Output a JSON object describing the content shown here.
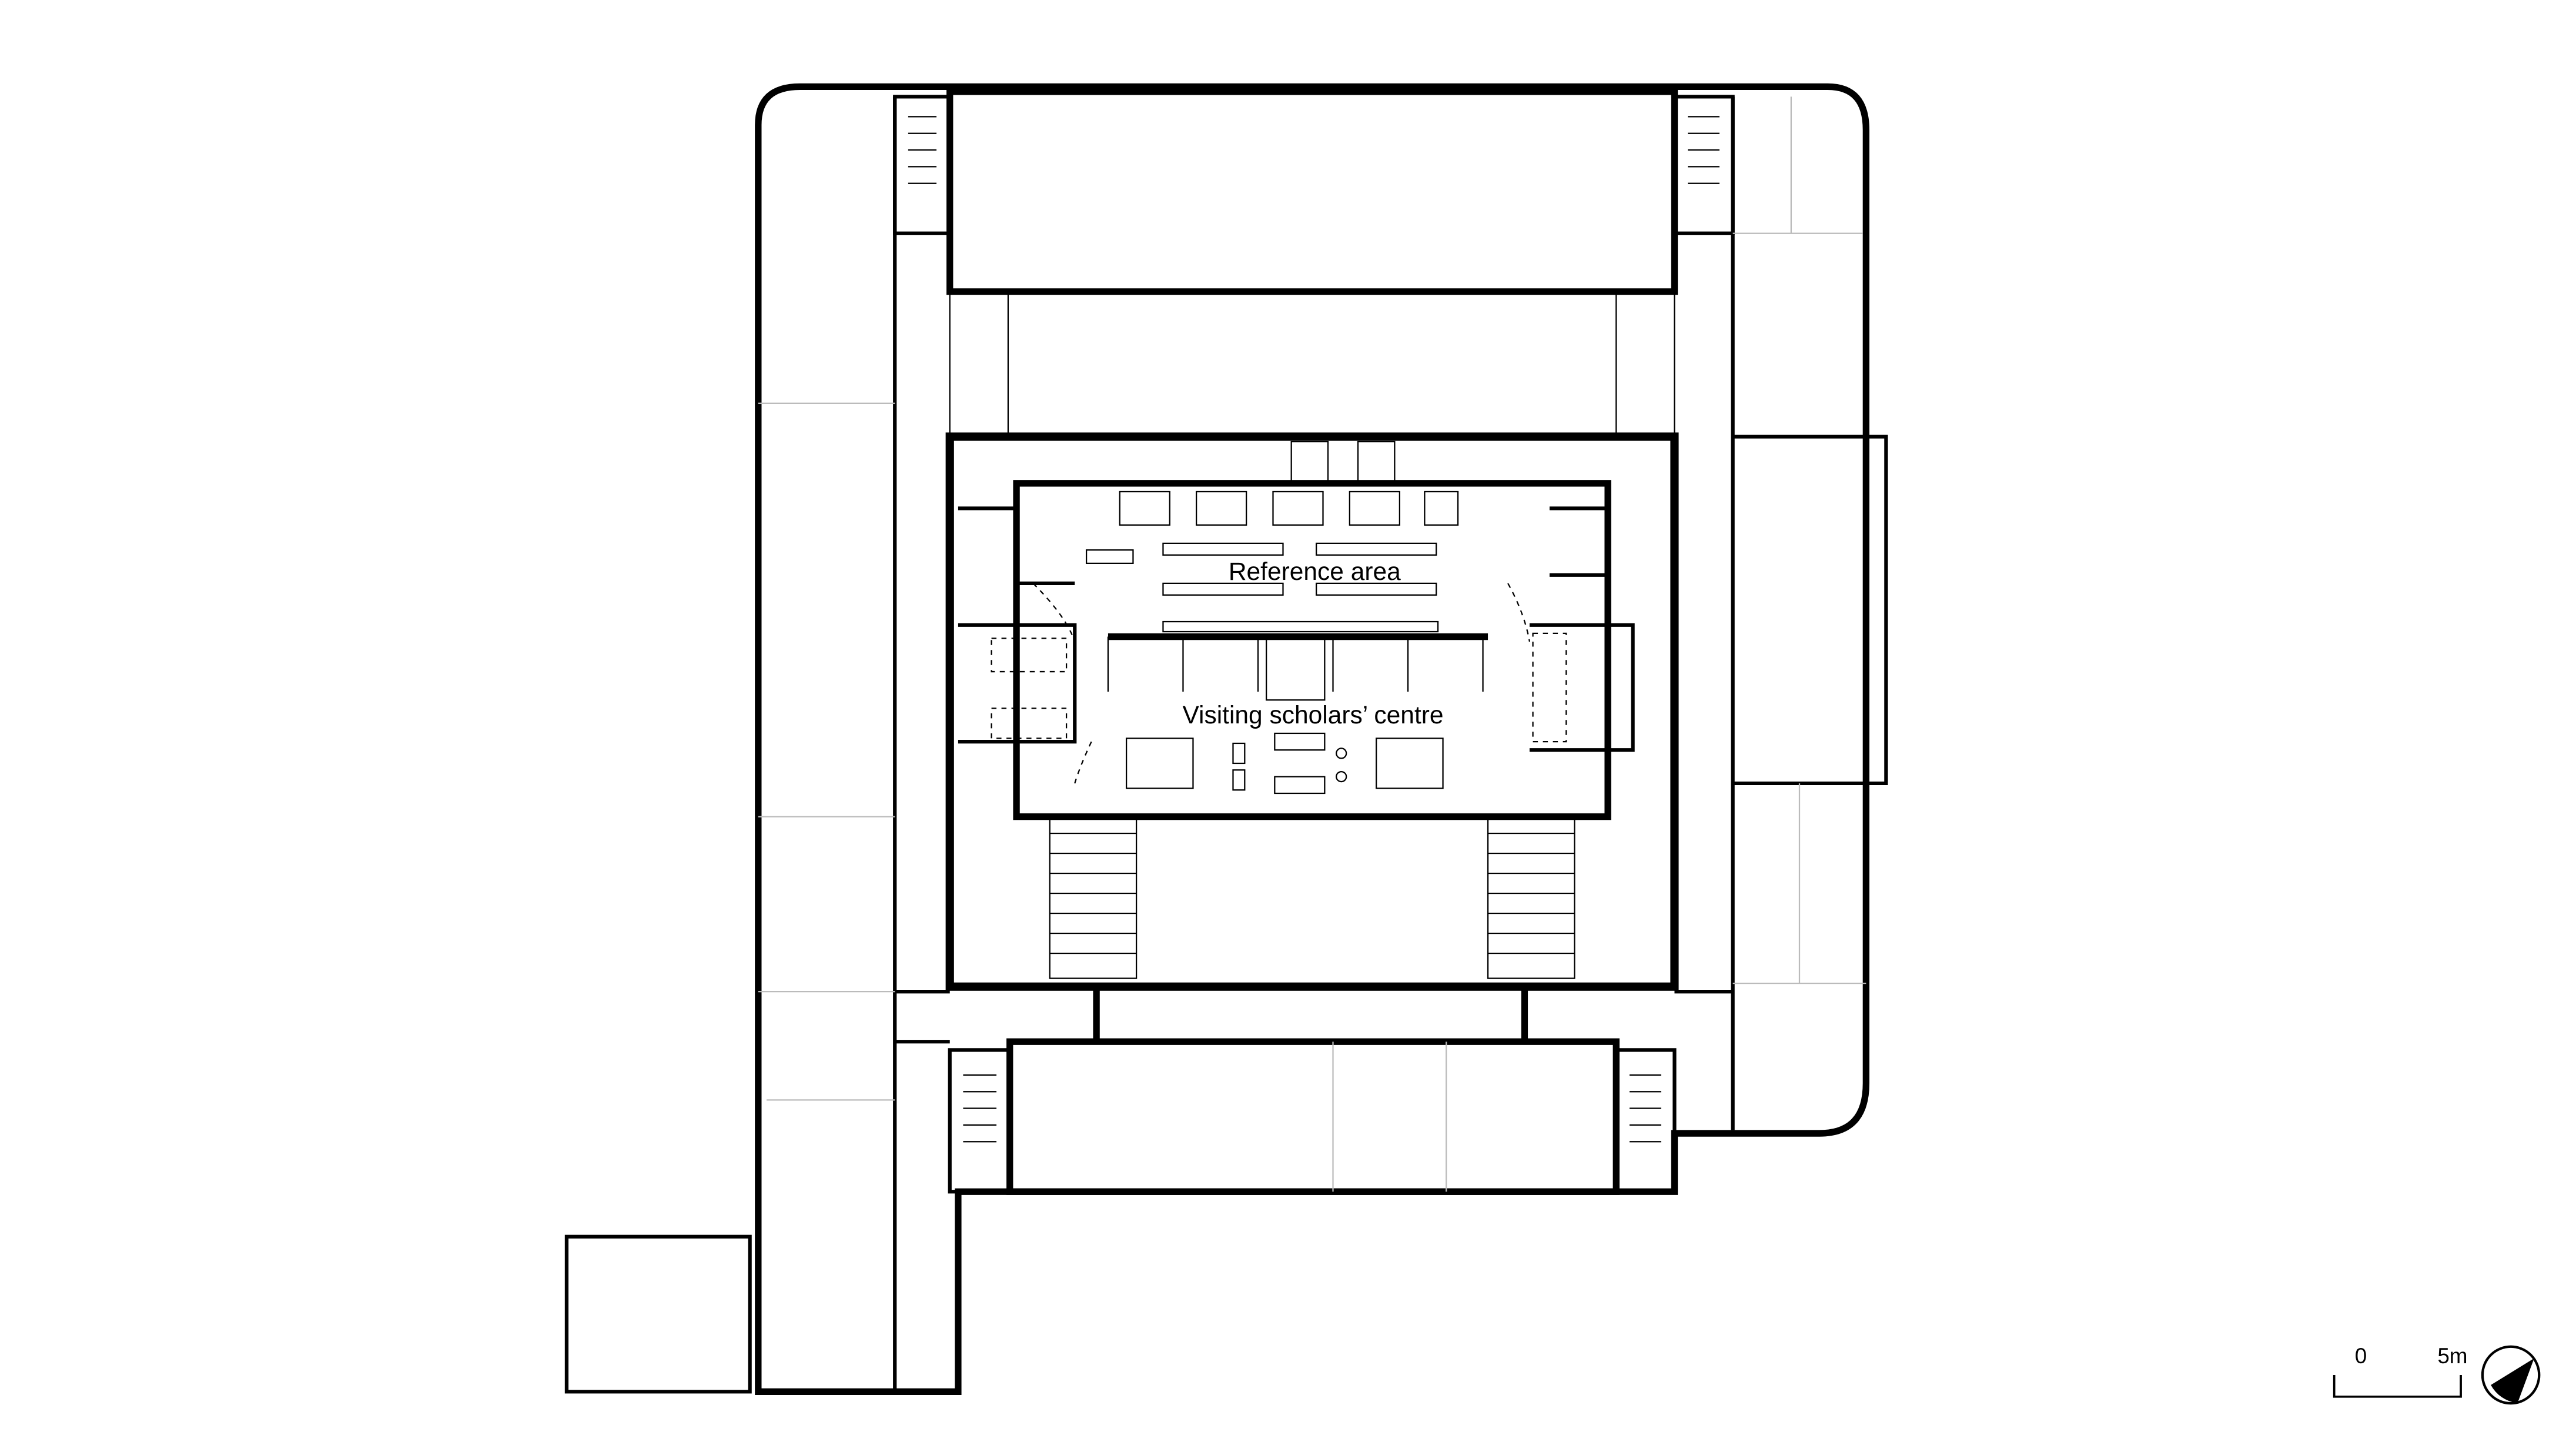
{
  "plan": {
    "rooms": [
      {
        "label": "Reference area"
      },
      {
        "label": "Visiting scholars’ centre"
      }
    ],
    "scale_bar": {
      "start_label": "0",
      "end_label": "5m"
    },
    "north_arrow_icon": "north-arrow-icon"
  }
}
